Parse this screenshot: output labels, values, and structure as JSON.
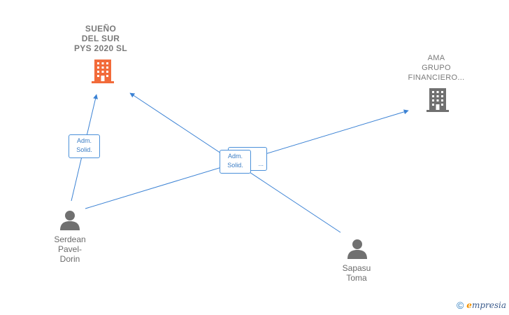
{
  "companies": [
    {
      "id": "sueno",
      "name": "SUEÑO\nDEL SUR\nPYS 2020  SL",
      "color": "#f26b3a"
    },
    {
      "id": "ama",
      "name": "AMA\nGRUPO\nFINANCIERO...",
      "color": "#707070"
    }
  ],
  "persons": [
    {
      "id": "serdean",
      "name": "Serdean\nPavel-\nDorin"
    },
    {
      "id": "sapasu",
      "name": "Sapasu\nToma"
    }
  ],
  "edge_labels": {
    "adm_solid_1": "Adm.\nSolid.",
    "adm_solid_2": "Adm.\nSolid.",
    "hidden_label": "..."
  },
  "icons": {
    "company": "building-icon",
    "person": "person-icon"
  },
  "colors": {
    "edge": "#3b82d4",
    "label_border": "#4a90d9"
  },
  "footer": {
    "copyright_symbol": "©",
    "brand_initial": "e",
    "brand_rest": "mpresia"
  }
}
